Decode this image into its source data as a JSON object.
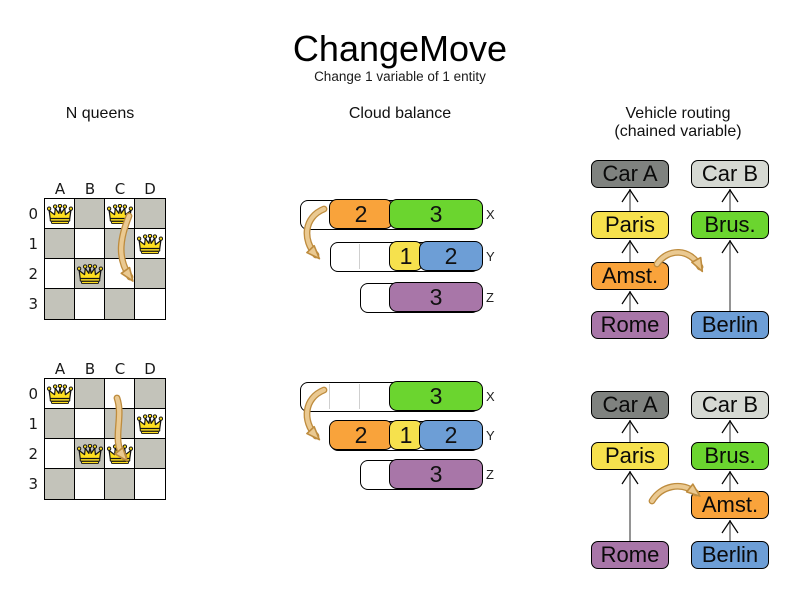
{
  "title": "ChangeMove",
  "subtitle": "Change 1 variable of 1 entity",
  "sections": {
    "nqueens": {
      "header": "N queens"
    },
    "cloud": {
      "header": "Cloud balance"
    },
    "vehicle": {
      "header": "Vehicle routing",
      "header2": "(chained variable)"
    }
  },
  "palette": {
    "orange": "#F9A33B",
    "green": "#6BD52F",
    "yellow": "#F6E14D",
    "blue": "#6D9ED6",
    "purple": "#A876A8",
    "dark_gray": "#7F827F",
    "light_gray": "#D6D9D3",
    "board_gray": "#C3C3BA",
    "crown": "#FFDF20",
    "arrow_fill": "#EAC991",
    "arrow_stroke": "#BE8C3E",
    "connector": "#7A7A7A"
  },
  "nqueens": {
    "column_labels": [
      "A",
      "B",
      "C",
      "D"
    ],
    "row_labels": [
      "0",
      "1",
      "2",
      "3"
    ],
    "boards": [
      {
        "queens": [
          [
            "A",
            0
          ],
          [
            "C",
            0
          ],
          [
            "D",
            1
          ],
          [
            "B",
            2
          ]
        ],
        "move": {
          "from": "C0",
          "to": "C2"
        }
      },
      {
        "queens": [
          [
            "A",
            0
          ],
          [
            "D",
            1
          ],
          [
            "B",
            2
          ],
          [
            "C",
            2
          ]
        ],
        "move": {
          "from": "C0",
          "to": "C2"
        }
      }
    ]
  },
  "cloud": {
    "states": [
      {
        "move": {
          "from": "X",
          "to": "Y"
        },
        "rows": [
          {
            "label": "X",
            "capacity": 6,
            "dividers": [],
            "segments": [
              {
                "value": "2",
                "color": "orange",
                "start": 1,
                "size": 2
              },
              {
                "value": "3",
                "color": "green",
                "start": 3,
                "size": 3
              }
            ]
          },
          {
            "label": "Y",
            "capacity": 5,
            "dividers": [
              1
            ],
            "segments": [
              {
                "value": "1",
                "color": "yellow",
                "start": 2,
                "size": 1
              },
              {
                "value": "2",
                "color": "blue",
                "start": 3,
                "size": 2
              }
            ]
          },
          {
            "label": "Z",
            "capacity": 4,
            "dividers": [],
            "segments": [
              {
                "value": "3",
                "color": "purple",
                "start": 1,
                "size": 3
              }
            ]
          }
        ]
      },
      {
        "move": {
          "from": "X",
          "to": "Y"
        },
        "rows": [
          {
            "label": "X",
            "capacity": 6,
            "dividers": [
              1,
              2
            ],
            "segments": [
              {
                "value": "3",
                "color": "green",
                "start": 3,
                "size": 3
              }
            ]
          },
          {
            "label": "Y",
            "capacity": 5,
            "dividers": [],
            "segments": [
              {
                "value": "2",
                "color": "orange",
                "start": 0,
                "size": 2
              },
              {
                "value": "1",
                "color": "yellow",
                "start": 2,
                "size": 1
              },
              {
                "value": "2",
                "color": "blue",
                "start": 3,
                "size": 2
              }
            ]
          },
          {
            "label": "Z",
            "capacity": 4,
            "dividers": [],
            "segments": [
              {
                "value": "3",
                "color": "purple",
                "start": 1,
                "size": 3
              }
            ]
          }
        ]
      }
    ]
  },
  "vehicle": {
    "states": [
      {
        "move": {
          "entity": "Amst.",
          "from": "Car A chain",
          "to": "Car B chain"
        },
        "chains": [
          {
            "column": "left",
            "nodes": [
              {
                "label": "Car A",
                "color": "dark_gray",
                "slot": 0
              },
              {
                "label": "Paris",
                "color": "yellow",
                "slot": 1
              },
              {
                "label": "Amst.",
                "color": "orange",
                "slot": 2
              },
              {
                "label": "Rome",
                "color": "purple",
                "slot": 3
              }
            ]
          },
          {
            "column": "right",
            "nodes": [
              {
                "label": "Car B",
                "color": "light_gray",
                "slot": 0
              },
              {
                "label": "Brus.",
                "color": "green",
                "slot": 1
              },
              {
                "label": "Berlin",
                "color": "blue",
                "slot": 3
              }
            ]
          }
        ]
      },
      {
        "move": {
          "entity": "Amst.",
          "from": "Car A chain",
          "to": "Car B chain"
        },
        "chains": [
          {
            "column": "left",
            "nodes": [
              {
                "label": "Car A",
                "color": "dark_gray",
                "slot": 0
              },
              {
                "label": "Paris",
                "color": "yellow",
                "slot": 1
              },
              {
                "label": "Rome",
                "color": "purple",
                "slot": 3
              }
            ]
          },
          {
            "column": "right",
            "nodes": [
              {
                "label": "Car B",
                "color": "light_gray",
                "slot": 0
              },
              {
                "label": "Brus.",
                "color": "green",
                "slot": 1
              },
              {
                "label": "Amst.",
                "color": "orange",
                "slot": 2
              },
              {
                "label": "Berlin",
                "color": "blue",
                "slot": 3
              }
            ]
          }
        ]
      }
    ]
  }
}
